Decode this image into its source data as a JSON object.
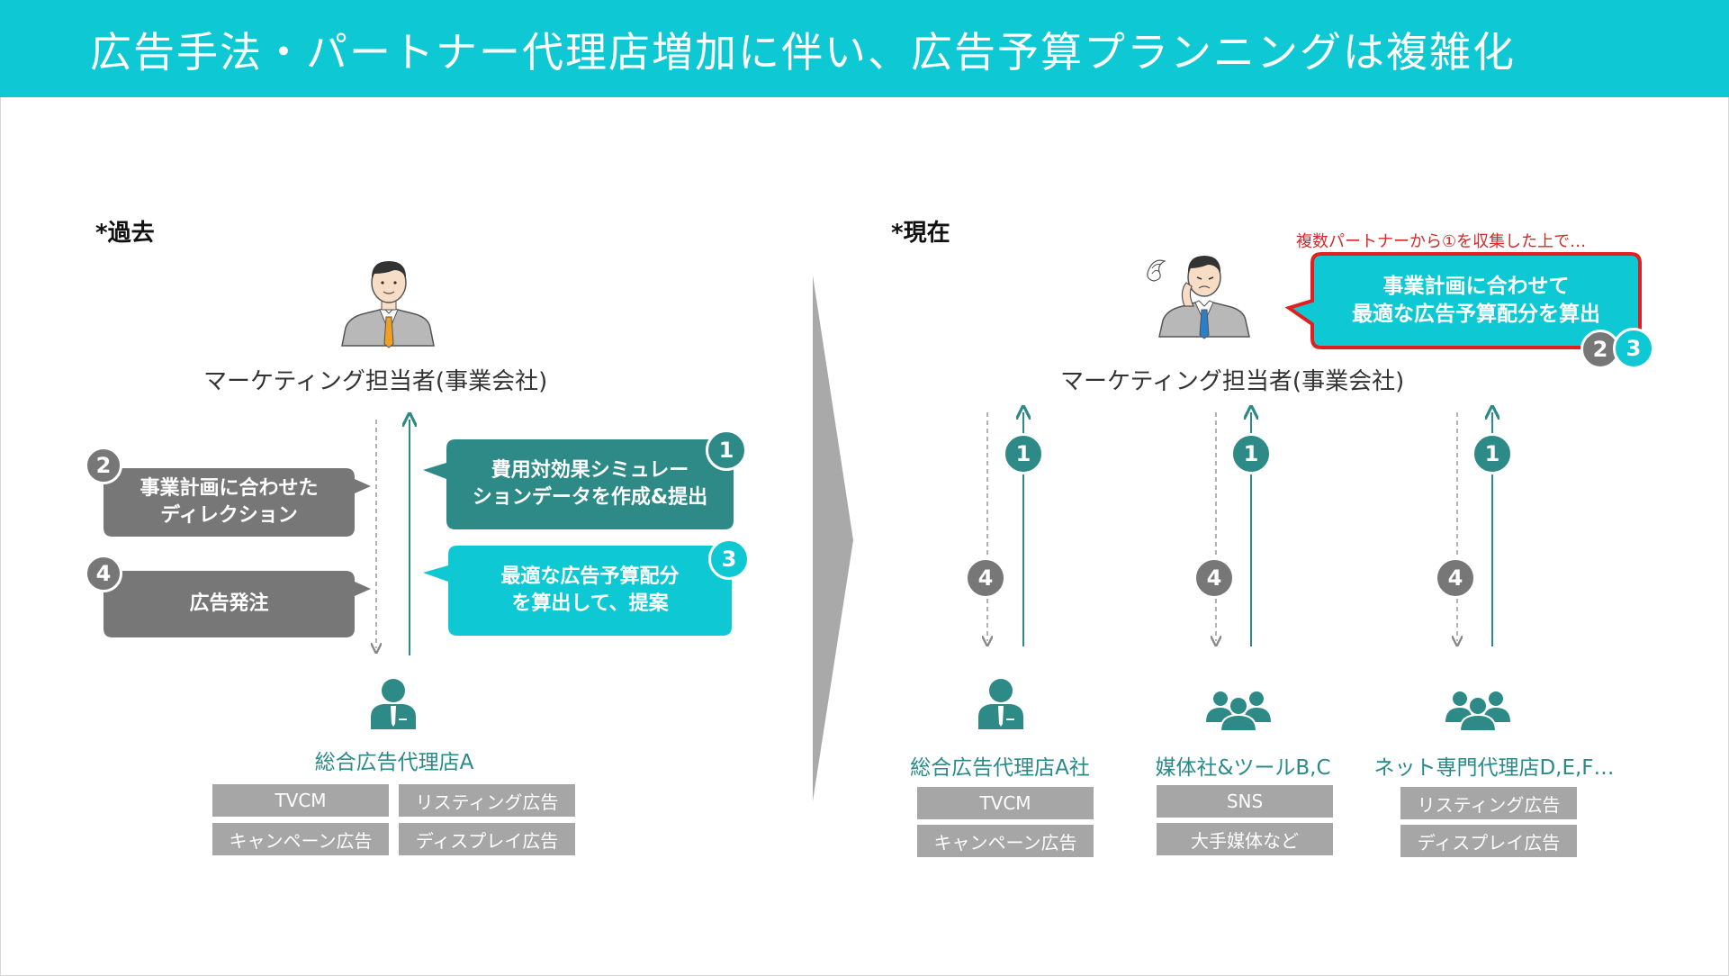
{
  "title": "広告手法・パートナー代理店増加に伴い、広告予算プランニングは複雑化",
  "colors": {
    "accent": "#0ec8d4",
    "teal": "#2e8a86",
    "gray": "#777777",
    "tag": "#a6a6a6",
    "alert": "#e02020"
  },
  "past": {
    "label": "*過去",
    "role": "マーケティング担当者(事業会社)",
    "steps": [
      {
        "num": "1",
        "text_1": "費用対効果シミュレー",
        "text_2": "ションデータを作成&提出"
      },
      {
        "num": "2",
        "text_1": "事業計画に合わせた",
        "text_2": "ディレクション"
      },
      {
        "num": "3",
        "text_1": "最適な広告予算配分",
        "text_2": "を算出して、提案"
      },
      {
        "num": "4",
        "text_1": "広告発注"
      }
    ],
    "agency": {
      "name": "総合広告代理店A",
      "icon": "person-icon",
      "tags": [
        "TVCM",
        "リスティング広告",
        "キャンペーン広告",
        "ディスプレイ広告"
      ]
    }
  },
  "present": {
    "label": "*現在",
    "role": "マーケティング担当者(事業会社)",
    "note": "複数パートナーから①を収集した上で…",
    "callout": {
      "text_1": "事業計画に合わせて",
      "text_2": "最適な広告予算配分を算出",
      "badges": [
        "2",
        "3"
      ]
    },
    "flow_badges": {
      "up": "1",
      "down": "4"
    },
    "partners": [
      {
        "name": "総合広告代理店A社",
        "icon": "person-icon",
        "tags": [
          "TVCM",
          "キャンペーン広告"
        ]
      },
      {
        "name": "媒体社&ツールB,C",
        "icon": "group-icon",
        "tags": [
          "SNS",
          "大手媒体など"
        ]
      },
      {
        "name": "ネット専門代理店D,E,F…",
        "icon": "group-icon",
        "tags": [
          "リスティング広告",
          "ディスプレイ広告"
        ]
      }
    ]
  }
}
